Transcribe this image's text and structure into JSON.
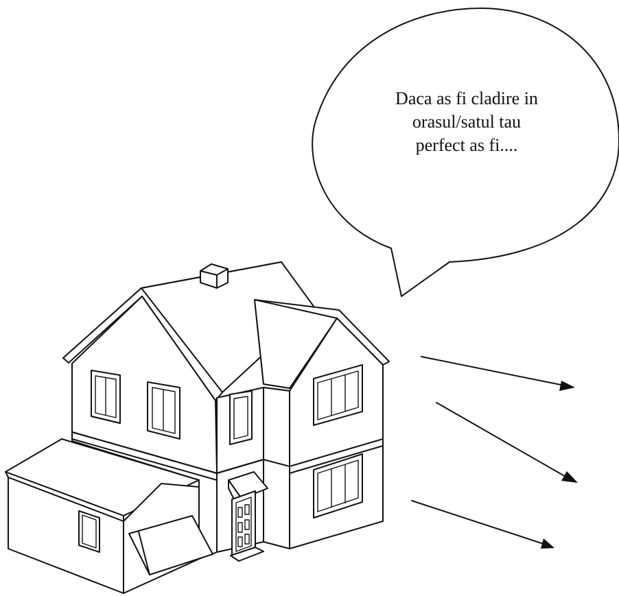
{
  "speech_bubble": {
    "lines": [
      "Daca as fi cladire in",
      "orasul/satul tau",
      "perfect as fi...."
    ]
  },
  "icons": {
    "house": "house-line-drawing",
    "arrow": "arrow-right"
  },
  "colors": {
    "ink": "#111111",
    "background": "#ffffff"
  }
}
